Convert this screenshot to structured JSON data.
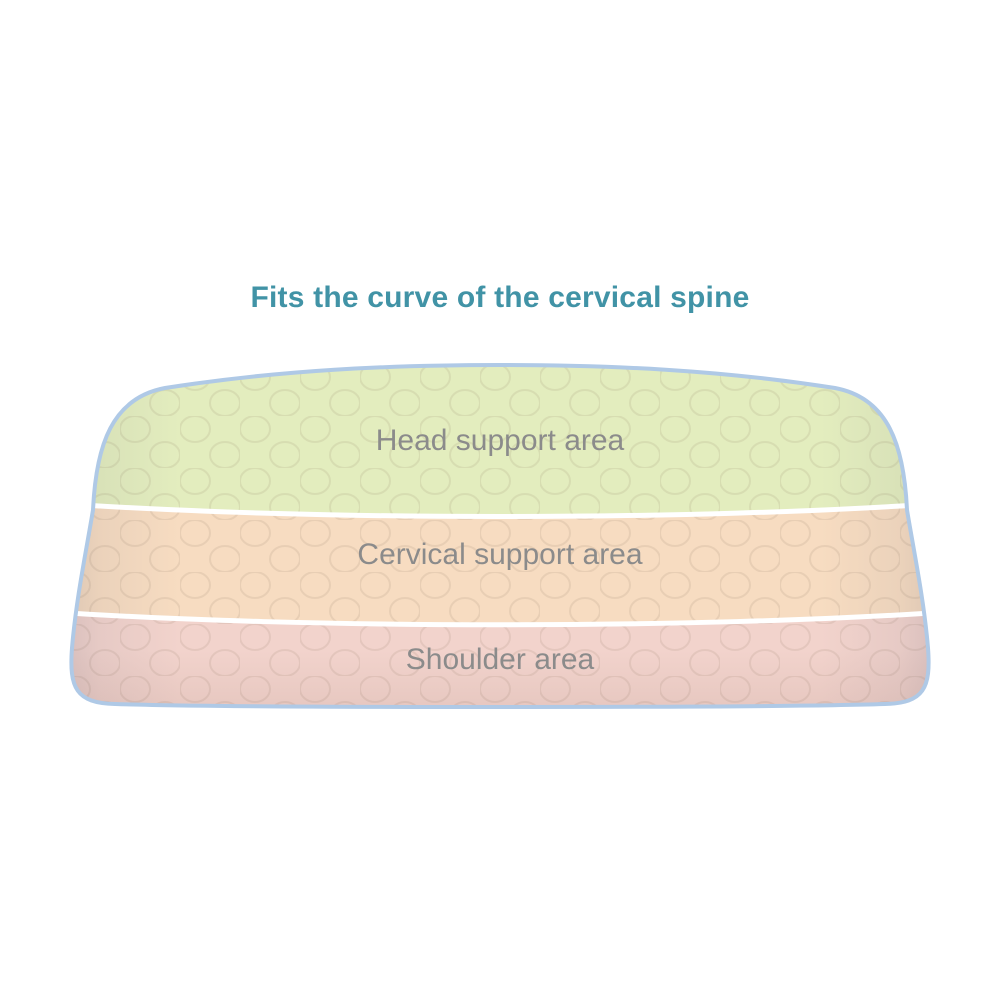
{
  "title": "Fits the curve of the cervical spine",
  "pillow": {
    "zones": [
      {
        "id": "head",
        "label": "Head support area",
        "color": "#e3edbe"
      },
      {
        "id": "cervical",
        "label": "Cervical support area",
        "color": "#f7dcc1"
      },
      {
        "id": "shoulder",
        "label": "Shoulder area",
        "color": "#f2d3cc"
      }
    ]
  },
  "colors": {
    "title_text": "#4193a6",
    "label_text": "#8b8b8b",
    "edge_piping_blue": "#afc9e6",
    "seam_white": "#ffffff",
    "background": "#ffffff"
  }
}
